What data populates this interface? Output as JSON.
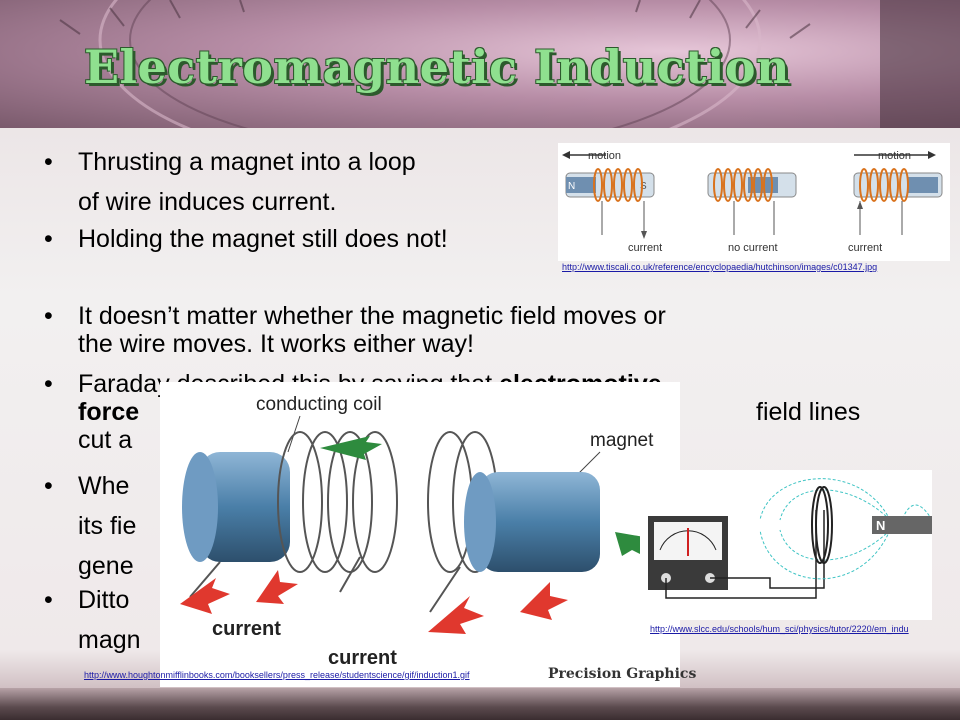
{
  "slide": {
    "title": "Electromagnetic Induction"
  },
  "bullets": {
    "b1_line1": "Thrusting a magnet into a loop",
    "b1_line2": "of wire induces current.",
    "b2": "Holding the magnet still does not!",
    "b3_line1": "It doesn’t matter whether the magnetic field moves or",
    "b3_line2": "the wire moves.  It works either way!",
    "b4_line1_pre": "Faraday described this by saying that ",
    "b4_line1_bold": "electromotive",
    "b4_line2_bold": "force",
    "b4_line2_end": "field lines",
    "b4_line3": "cut a",
    "b5_line1": "Whe",
    "b5_line2": "its fie",
    "b5_line3": "gene",
    "b6_line1": "Ditto",
    "b6_line2": "magn",
    "dot": "•"
  },
  "figure_top": {
    "motion_left": "motion",
    "motion_right": "motion",
    "label_current_left": "current",
    "label_no_current": "no current",
    "label_current_right": "current",
    "pole_n": "N",
    "pole_s": "S",
    "link": "http://www.tiscali.co.uk/reference/encyclopaedia/hutchinson/images/c01347.jpg"
  },
  "figure_main": {
    "label_coil": "conducting coil",
    "label_magnet": "magnet",
    "label_current_1": "current",
    "label_current_2": "current",
    "credit": "Precision Graphics",
    "link": "http://www.houghtonmifflinbooks.com/booksellers/press_release/studentscience/gif/induction1.gif"
  },
  "figure_right": {
    "pole_n": "N",
    "link": "http://www.slcc.edu/schools/hum_sci/physics/tutor/2220/em_indu"
  },
  "colors": {
    "title_green": "#8fe08f",
    "title_shadow": "#2c5a2c",
    "coil_orange": "#d9731e",
    "arrow_red": "#e0382e",
    "arrow_green": "#2e8b3e",
    "magnet_blue": "#4a7fa8",
    "link_blue": "#1a1aa6"
  }
}
